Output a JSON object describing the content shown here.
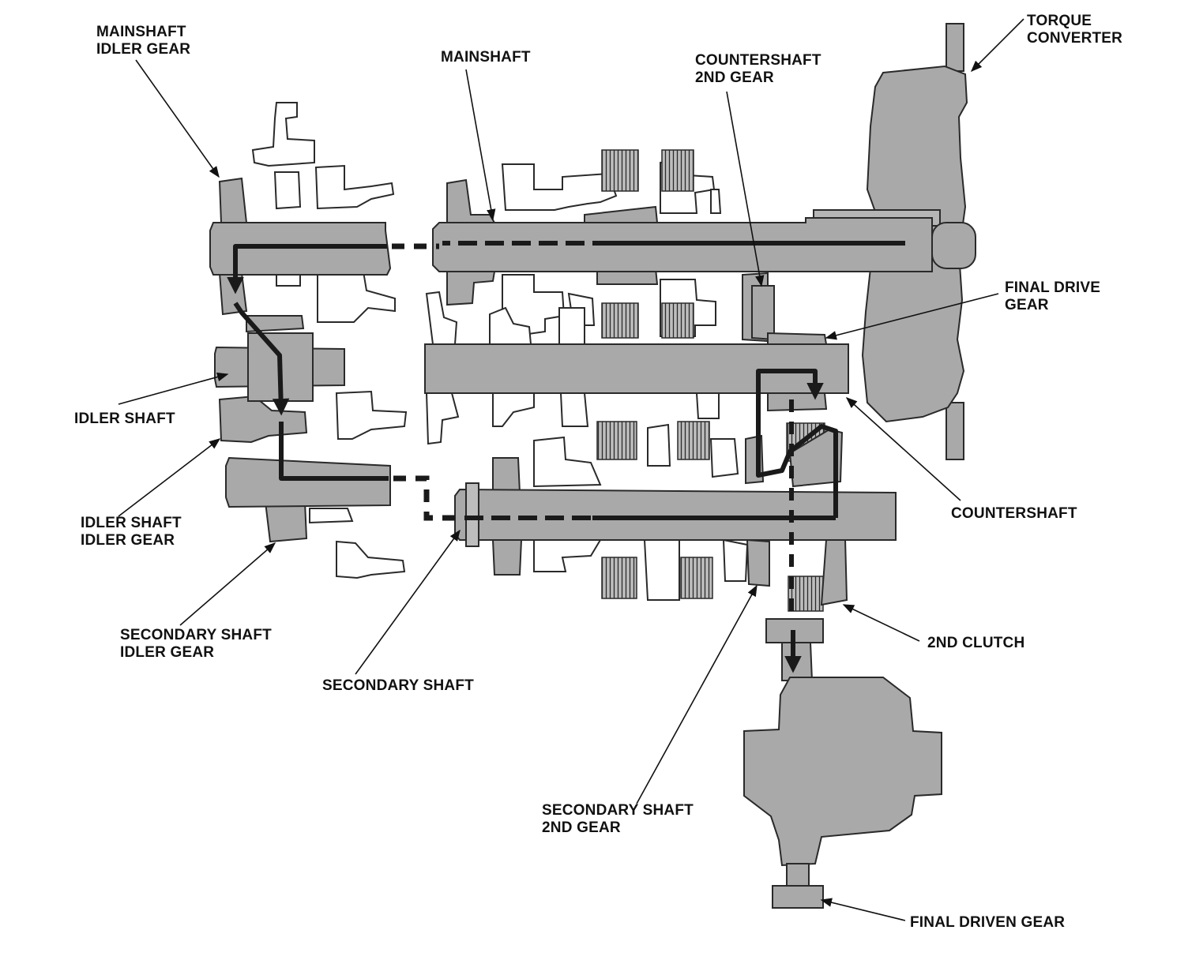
{
  "colors": {
    "background": "#ffffff",
    "part_fill": "#a9a9a9",
    "part_fill_light": "#c4c4c4",
    "outline": "#2a2a2a",
    "power_flow": "#1a1a1a",
    "leader": "#111111"
  },
  "labels": {
    "mainshaft_idler_gear": [
      "MAINSHAFT",
      "IDLER GEAR"
    ],
    "mainshaft": [
      "MAINSHAFT"
    ],
    "countershaft_2nd_gear": [
      "COUNTERSHAFT",
      "2ND GEAR"
    ],
    "torque_converter": [
      "TORQUE",
      "CONVERTER"
    ],
    "final_drive_gear": [
      "FINAL DRIVE",
      "GEAR"
    ],
    "idler_shaft": [
      "IDLER SHAFT"
    ],
    "countershaft": [
      "COUNTERSHAFT"
    ],
    "idler_shaft_idler_gear": [
      "IDLER SHAFT",
      "IDLER GEAR"
    ],
    "secondary_shaft_idler_gear": [
      "SECONDARY SHAFT",
      "IDLER GEAR"
    ],
    "secondary_shaft": [
      "SECONDARY SHAFT"
    ],
    "second_clutch": [
      "2ND CLUTCH"
    ],
    "secondary_shaft_2nd_gear": [
      "SECONDARY SHAFT",
      "2ND GEAR"
    ],
    "final_driven_gear": [
      "FINAL DRIVEN GEAR"
    ]
  }
}
